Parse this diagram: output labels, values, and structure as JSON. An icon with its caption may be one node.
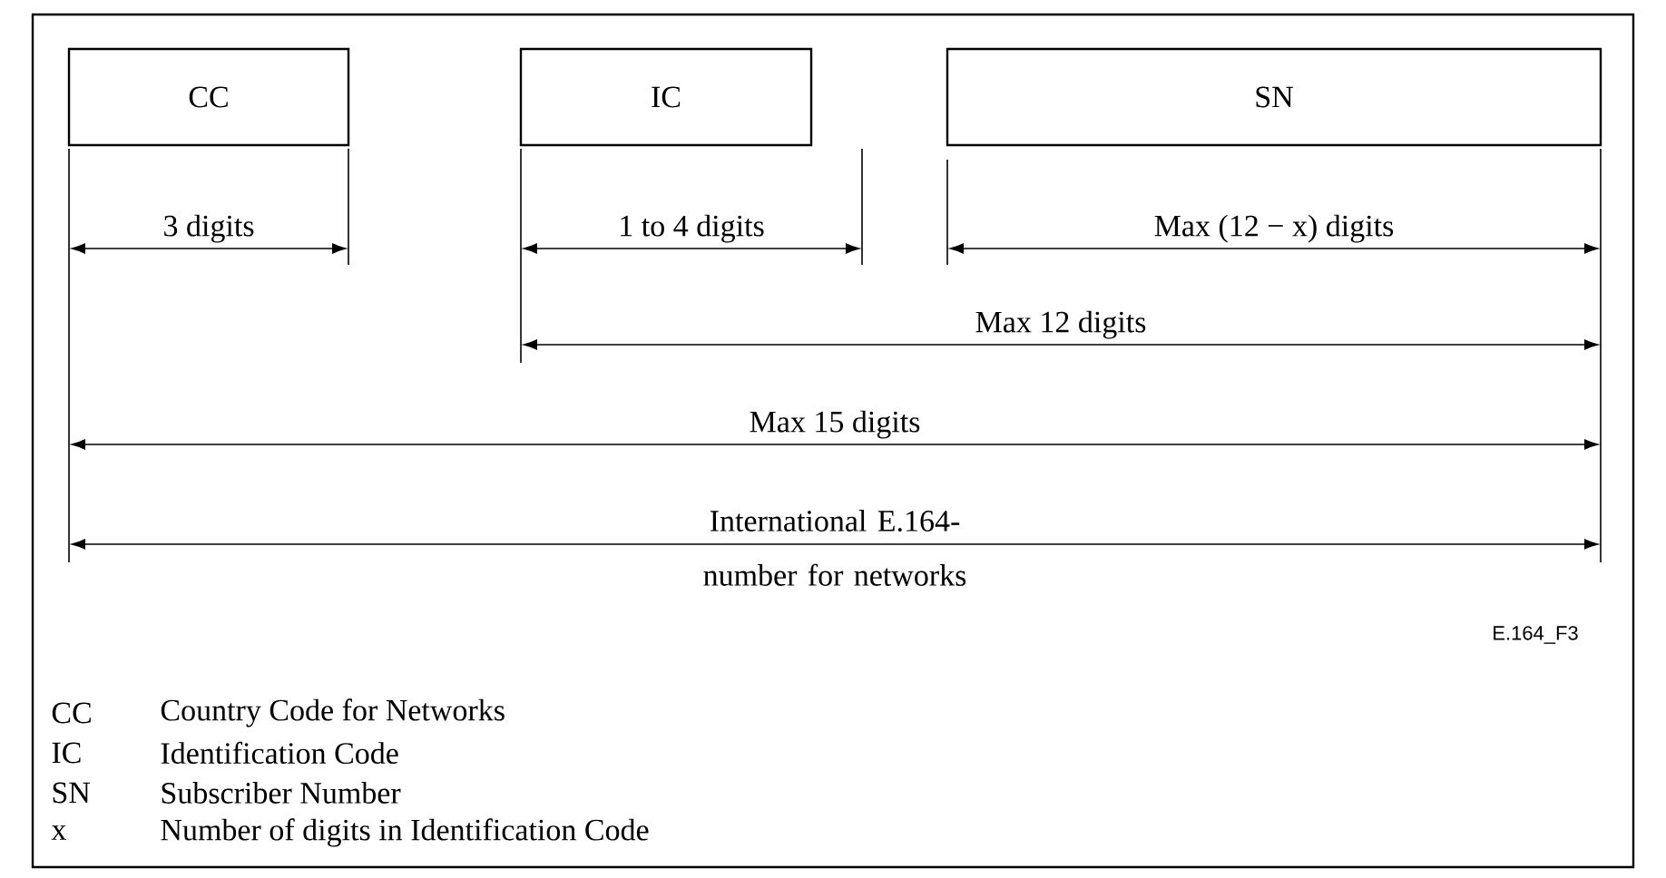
{
  "diagram": {
    "nodes": [
      {
        "text": [
          "CC"
        ]
      },
      {
        "text": [
          "IC"
        ]
      },
      {
        "text": [
          "SN"
        ]
      }
    ],
    "labels": [
      "3 digits",
      "1 to 4 digits",
      "Max (12 − x) digits",
      "Max 12 digits",
      "Max 15 digits",
      "International E.164- number for networks",
      "E.164_F3",
      "CC",
      "Country Code for Networks",
      "IC",
      "Identification Code",
      "SN",
      "Subscriber Number",
      "x",
      "Number of digits in Identification Code"
    ]
  }
}
